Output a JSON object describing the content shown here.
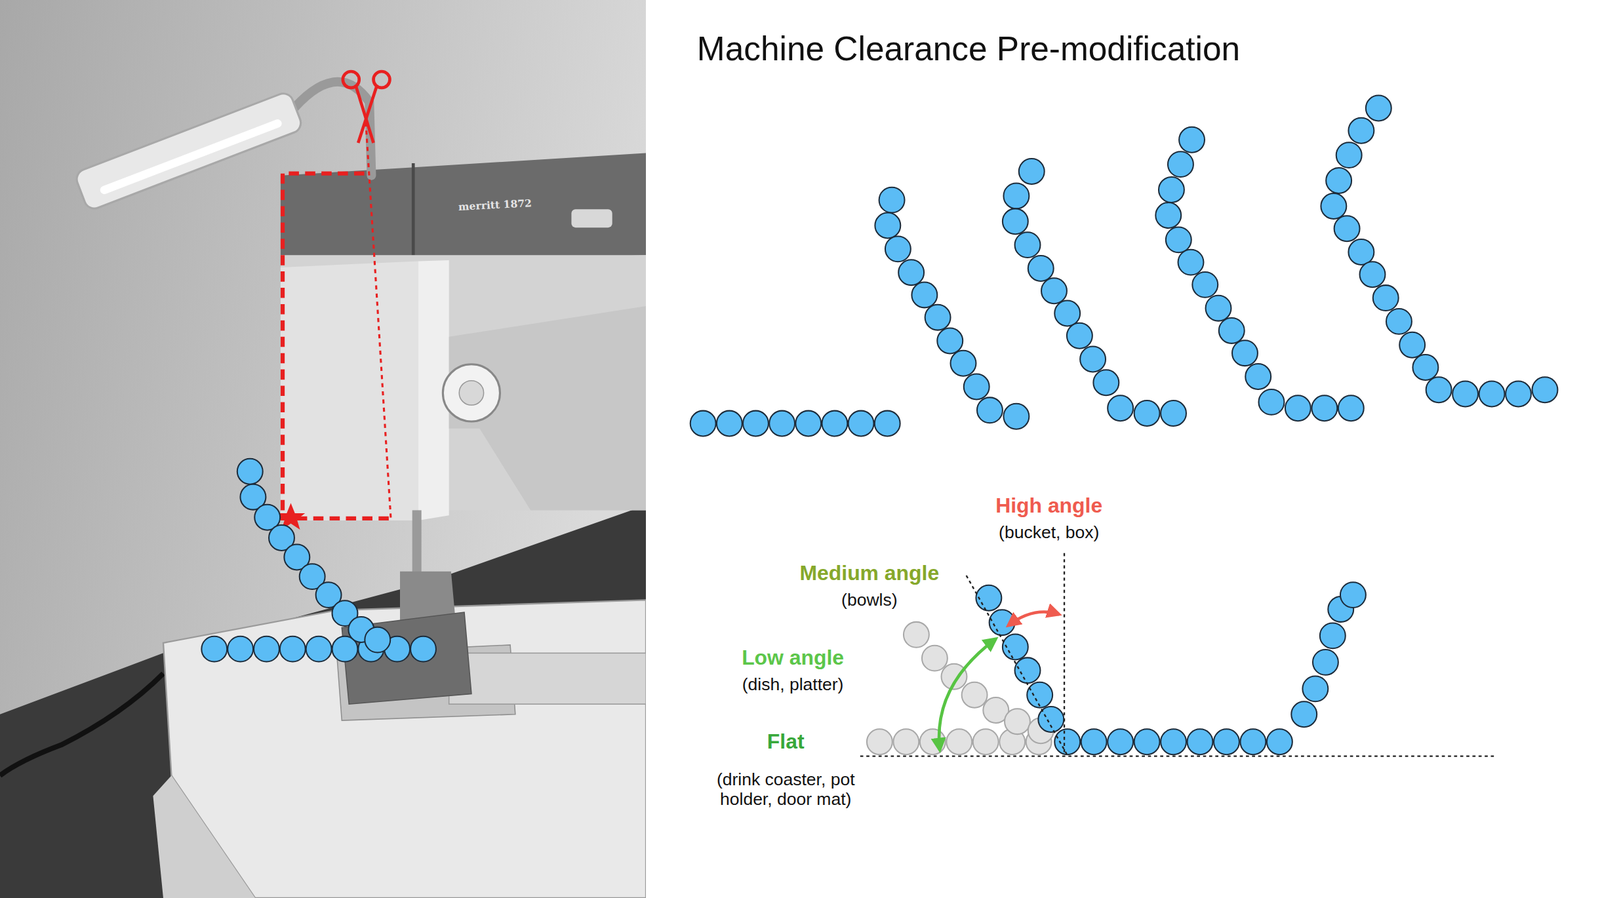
{
  "diagram": {
    "title": "Machine Clearance Pre-modification",
    "labels": [
      "merritt 1872",
      "High angle",
      "(bucket, box)",
      "Medium angle",
      "(bowls)",
      "Low angle",
      "(dish, platter)",
      "Flat",
      "(drink coaster, pot holder, door mat)"
    ]
  }
}
